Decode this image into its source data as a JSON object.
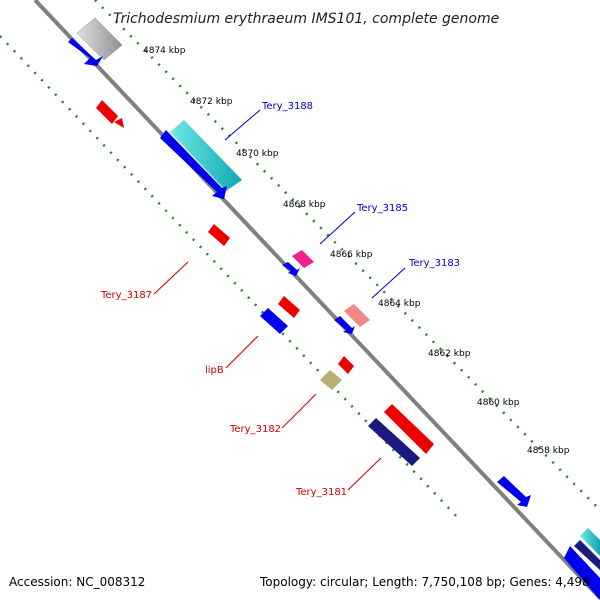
{
  "title": "Trichodesmium erythraeum IMS101, complete genome",
  "footer": {
    "accession": "Accession: NC_008312",
    "summary": "Topology: circular; Length: 7,750,108 bp; Genes: 4,498"
  },
  "colors": {
    "backbone": "#808080",
    "tick": "#1a8a1a",
    "forward_label": "#0000cc",
    "reverse_label": "#cc0000"
  },
  "scale_labels": [
    "4874 kbp",
    "4872 kbp",
    "4870 kbp",
    "4868 kbp",
    "4866 kbp",
    "4864 kbp",
    "4862 kbp",
    "4860 kbp",
    "4858 kbp"
  ],
  "gene_labels": {
    "forward": [
      "Tery_3188",
      "Tery_3185",
      "Tery_3183"
    ],
    "reverse": [
      "Tery_3187",
      "lipB",
      "Tery_3182",
      "Tery_3181"
    ]
  },
  "features": [
    {
      "name": "gray-gene",
      "color": "#b0b0b0"
    },
    {
      "name": "blue-gene",
      "color": "#0000ee"
    },
    {
      "name": "cyan-gene",
      "color": "#20c0c0"
    },
    {
      "name": "magenta-gene",
      "color": "#ee2288"
    },
    {
      "name": "pink-gene",
      "color": "#ee8888"
    },
    {
      "name": "red-gene",
      "color": "#ee0000"
    },
    {
      "name": "olive-gene",
      "color": "#b8b070"
    },
    {
      "name": "navy-gene",
      "color": "#1a1a80"
    }
  ]
}
